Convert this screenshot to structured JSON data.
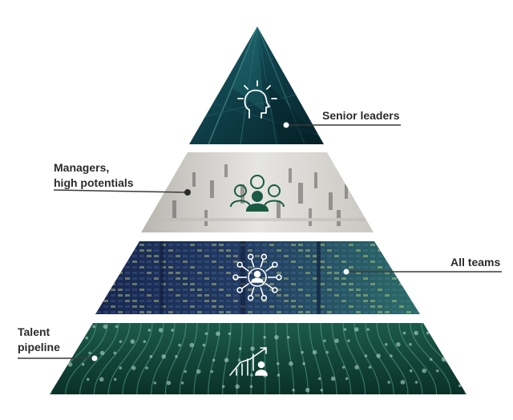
{
  "pyramid": {
    "tiers": [
      {
        "id": "senior",
        "label_lines": [
          "Senior leaders"
        ],
        "icon": "lightbulb-head-icon",
        "theme": "dark-teal-glass"
      },
      {
        "id": "managers",
        "label_lines": [
          "Managers,",
          "high potentials"
        ],
        "icon": "people-group-icon",
        "theme": "grey-crowd"
      },
      {
        "id": "teams",
        "label_lines": [
          "All teams"
        ],
        "icon": "network-person-icon",
        "theme": "office-building-night"
      },
      {
        "id": "pipeline",
        "label_lines": [
          "Talent",
          "pipeline"
        ],
        "icon": "growth-chart-person-icon",
        "theme": "green-data-streams"
      }
    ]
  },
  "colors": {
    "tier1_dark": "#0b2e36",
    "tier1_light": "#1f6a70",
    "tier2_dark": "#9e9c98",
    "tier2_light": "#e6e5e1",
    "tier3_dark": "#14224a",
    "tier3_light": "#2f7d70",
    "tier4_dark": "#082a20",
    "tier4_light": "#2c7f68",
    "connector": "#3a3a3a",
    "label_text": "#2b2b2b",
    "icon_white": "#ffffff",
    "icon_green": "#1a5a45"
  }
}
